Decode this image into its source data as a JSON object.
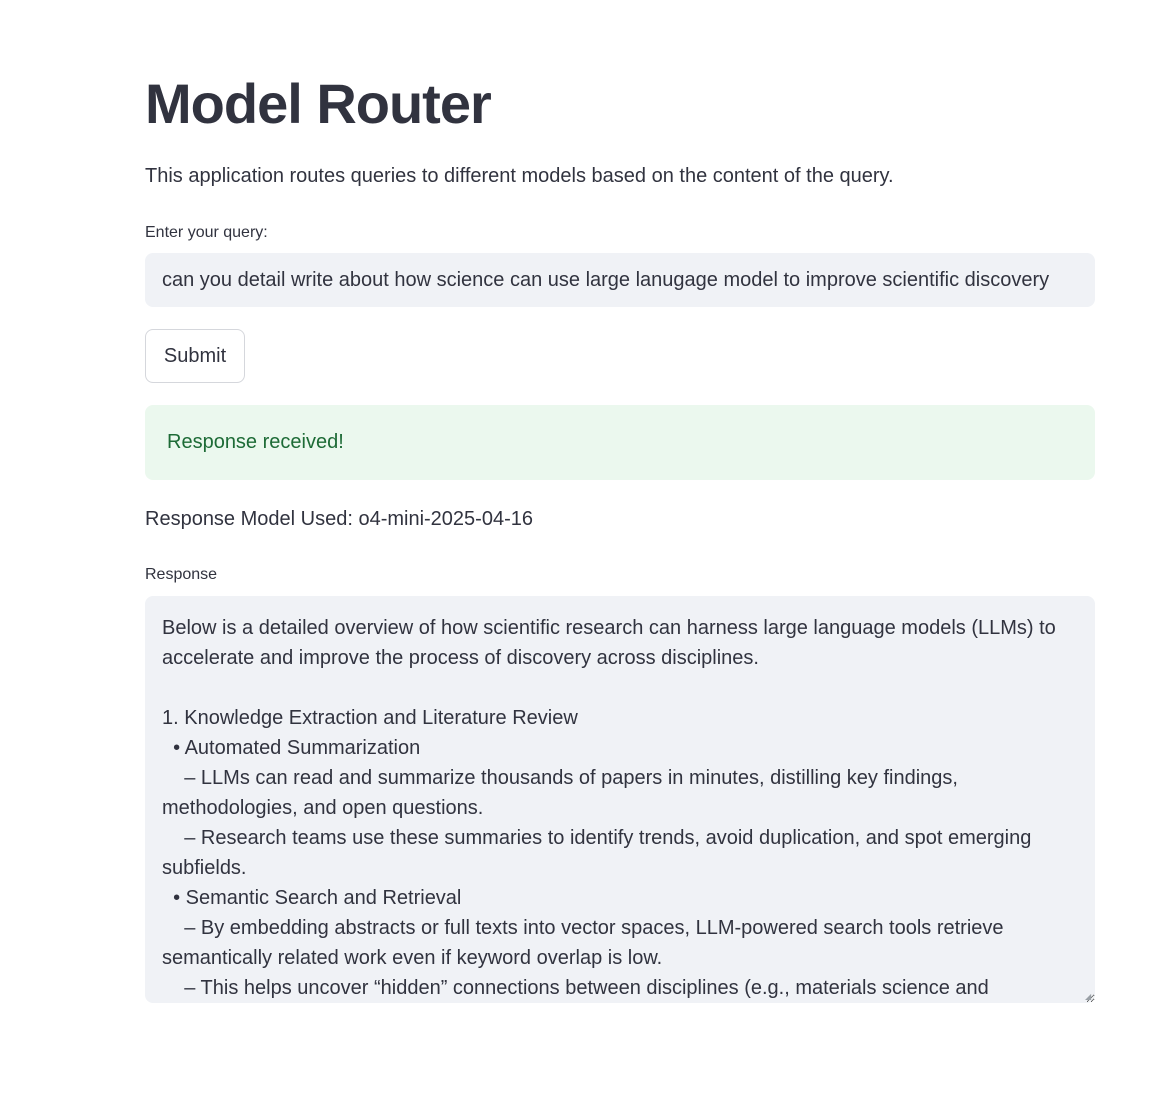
{
  "header": {
    "title": "Model Router",
    "description": "This application routes queries to different models based on the content of the query."
  },
  "query": {
    "label": "Enter your query:",
    "value": "can you detail write about how science can use large lanugage model to improve scientific discovery"
  },
  "actions": {
    "submit_label": "Submit"
  },
  "status": {
    "success_message": "Response received!"
  },
  "model": {
    "used_text": "Response Model Used: o4-mini-2025-04-16"
  },
  "response": {
    "label": "Response",
    "text": "Below is a detailed overview of how scientific research can harness large language models (LLMs) to accelerate and improve the process of discovery across disciplines.\n\n1. Knowledge Extraction and Literature Review\n  • Automated Summarization\n    – LLMs can read and summarize thousands of papers in minutes, distilling key findings, methodologies, and open questions.\n    – Research teams use these summaries to identify trends, avoid duplication, and spot emerging subfields.\n  • Semantic Search and Retrieval\n    – By embedding abstracts or full texts into vector spaces, LLM-powered search tools retrieve semantically related work even if keyword overlap is low.\n    – This helps uncover “hidden” connections between disciplines (e.g., materials science and"
  },
  "colors": {
    "text": "#31333f",
    "input_bg": "#f0f2f6",
    "success_bg": "#ebf8ee",
    "success_text": "#1d6b36"
  }
}
